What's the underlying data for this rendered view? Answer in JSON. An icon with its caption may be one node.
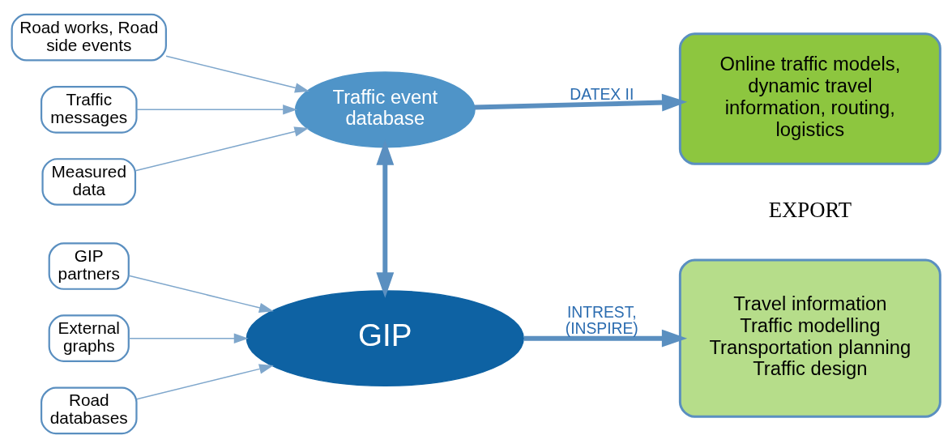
{
  "diagram": {
    "nodes": [
      {
        "text": [
          "Road works, Road side events"
        ]
      },
      {
        "text": [
          "Traffic messages"
        ]
      },
      {
        "text": [
          "Measured data"
        ]
      },
      {
        "text": [
          "Traffic event database"
        ]
      },
      {
        "text": [
          "GIP"
        ]
      },
      {
        "text": [
          "GIP partners"
        ]
      },
      {
        "text": [
          "External graphs"
        ]
      },
      {
        "text": [
          "Road databases"
        ]
      },
      {
        "text": [
          "Online traffic models, dynamic travel information, routing, logistics"
        ]
      },
      {
        "text": [
          "Travel information",
          "Traffic modelling",
          "Transportation planning",
          "Traffic design"
        ]
      }
    ],
    "edges": [
      {
        "from": 0,
        "to": 3,
        "arrow": "to"
      },
      {
        "from": 1,
        "to": 3,
        "arrow": "to"
      },
      {
        "from": 2,
        "to": 3,
        "arrow": "to"
      },
      {
        "from": 3,
        "to": 4,
        "arrow": "both",
        "style": "thick"
      },
      {
        "from": 5,
        "to": 4,
        "arrow": "to"
      },
      {
        "from": 6,
        "to": 4,
        "arrow": "to"
      },
      {
        "from": 7,
        "to": 4,
        "arrow": "to"
      },
      {
        "from": 3,
        "to": 8,
        "arrow": "to",
        "style": "thick",
        "label": "DATEX II"
      },
      {
        "from": 4,
        "to": 9,
        "arrow": "to",
        "style": "thick",
        "label": "INTREST, (INSPIRE)"
      }
    ],
    "labels": [
      "EXPORT"
    ]
  }
}
